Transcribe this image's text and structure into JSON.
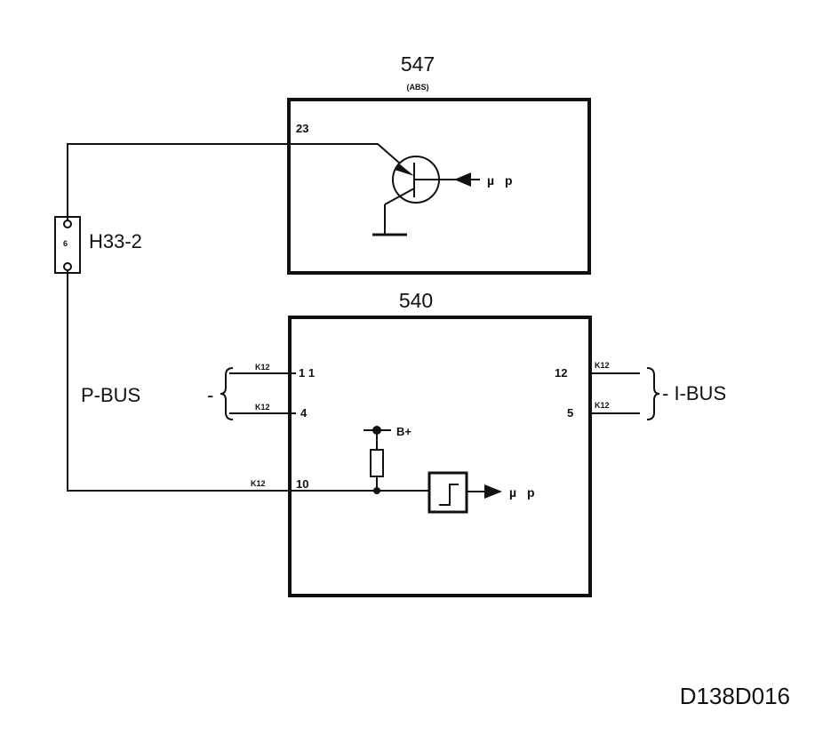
{
  "module_547": {
    "id": "547",
    "subtitle": "(ABS)",
    "pin": "23",
    "mu_label": "µ p"
  },
  "module_540": {
    "id": "540",
    "pins": {
      "p1": "1 1",
      "p4": "4",
      "p10": "10",
      "p12": "12",
      "p5": "5"
    },
    "supply": "B+",
    "mu_label": "µ p"
  },
  "connector": {
    "name": "H33-2",
    "pin": "6"
  },
  "buses": {
    "p_bus": "P-BUS",
    "i_bus": "- I-BUS",
    "dash": "-"
  },
  "wire_labels": {
    "k12": "K12"
  },
  "figure_id": "D138D016"
}
